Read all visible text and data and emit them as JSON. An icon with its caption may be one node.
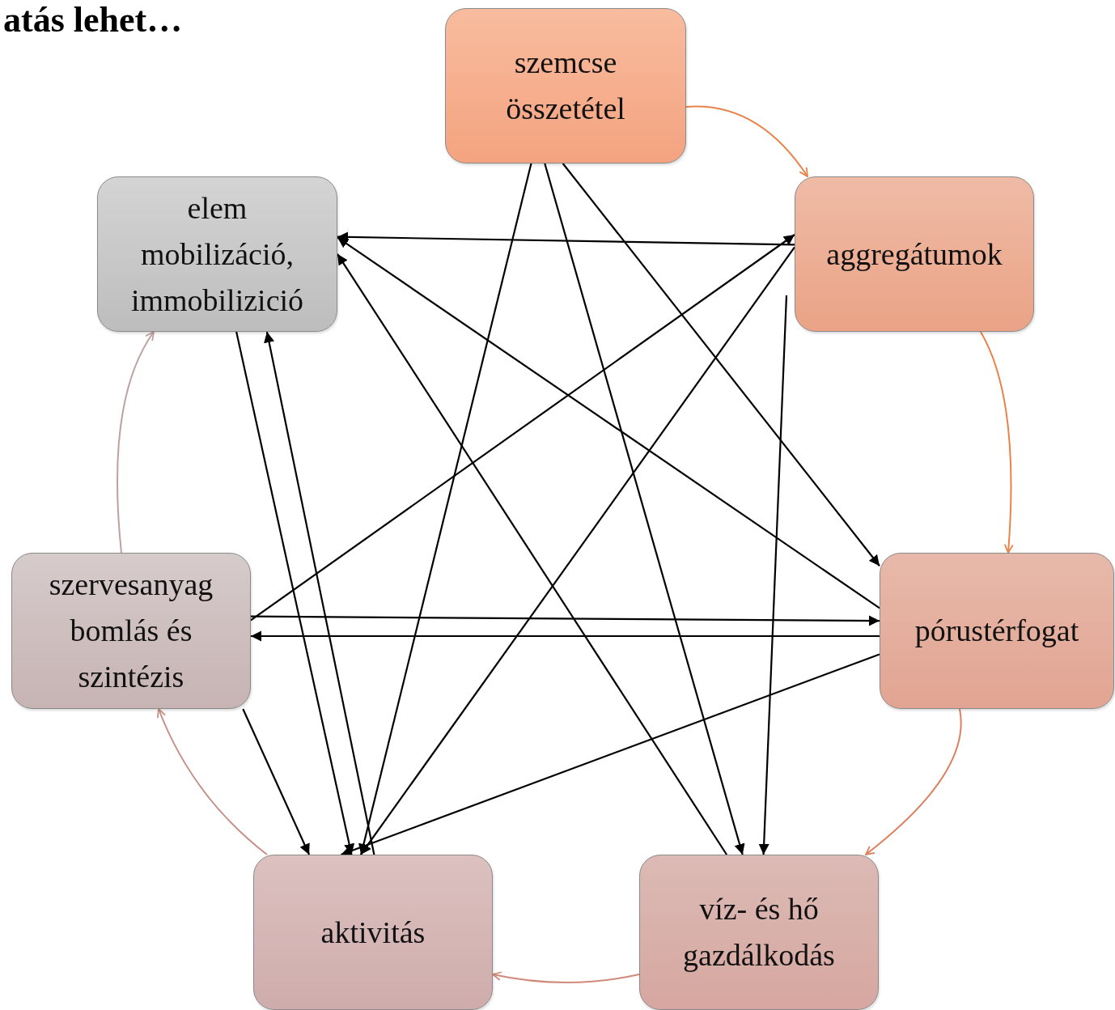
{
  "diagram": {
    "title": "atás lehet…",
    "nodes": [
      {
        "text": [
          "szemcse összetétel"
        ]
      },
      {
        "text": [
          "aggregátumok"
        ]
      },
      {
        "text": [
          "pórustérfogat"
        ]
      },
      {
        "text": [
          "víz- és hő gazdálkodás"
        ]
      },
      {
        "text": [
          "aktivitás"
        ]
      },
      {
        "text": [
          "szervesanyag bomlás és szintézis"
        ]
      },
      {
        "text": [
          "elem mobilizáció, immobilizició"
        ]
      }
    ],
    "edges": [
      {
        "from": 0,
        "to": 1,
        "arrow": "to",
        "color": "#e8834a"
      },
      {
        "from": 1,
        "to": 2,
        "arrow": "to",
        "color": "#e8834a"
      },
      {
        "from": 2,
        "to": 3,
        "arrow": "to",
        "color": "#dd8060"
      },
      {
        "from": 3,
        "to": 4,
        "arrow": "to",
        "color": "#d08a7a"
      },
      {
        "from": 4,
        "to": 5,
        "arrow": "to",
        "color": "#c69088"
      },
      {
        "from": 5,
        "to": 6,
        "arrow": "to",
        "color": "#bfa0a0"
      },
      {
        "from": 0,
        "to": 4,
        "arrow": "to"
      },
      {
        "from": 0,
        "to": 3,
        "arrow": "to"
      },
      {
        "from": 0,
        "to": 2,
        "arrow": "to"
      },
      {
        "from": 1,
        "to": 6,
        "arrow": "to"
      },
      {
        "from": 5,
        "to": 1,
        "arrow": "to"
      },
      {
        "from": 1,
        "to": 4,
        "arrow": "to"
      },
      {
        "from": 1,
        "to": 3,
        "arrow": "to"
      },
      {
        "from": 2,
        "to": 6,
        "arrow": "to"
      },
      {
        "from": 3,
        "to": 6,
        "arrow": "to"
      },
      {
        "from": 5,
        "to": 2,
        "arrow": "to"
      },
      {
        "from": 2,
        "to": 5,
        "arrow": "to"
      },
      {
        "from": 2,
        "to": 4,
        "arrow": "to"
      },
      {
        "from": 6,
        "to": 4,
        "arrow": "to"
      },
      {
        "from": 4,
        "to": 6,
        "arrow": "to"
      },
      {
        "from": 5,
        "to": 4,
        "arrow": "to"
      }
    ]
  }
}
